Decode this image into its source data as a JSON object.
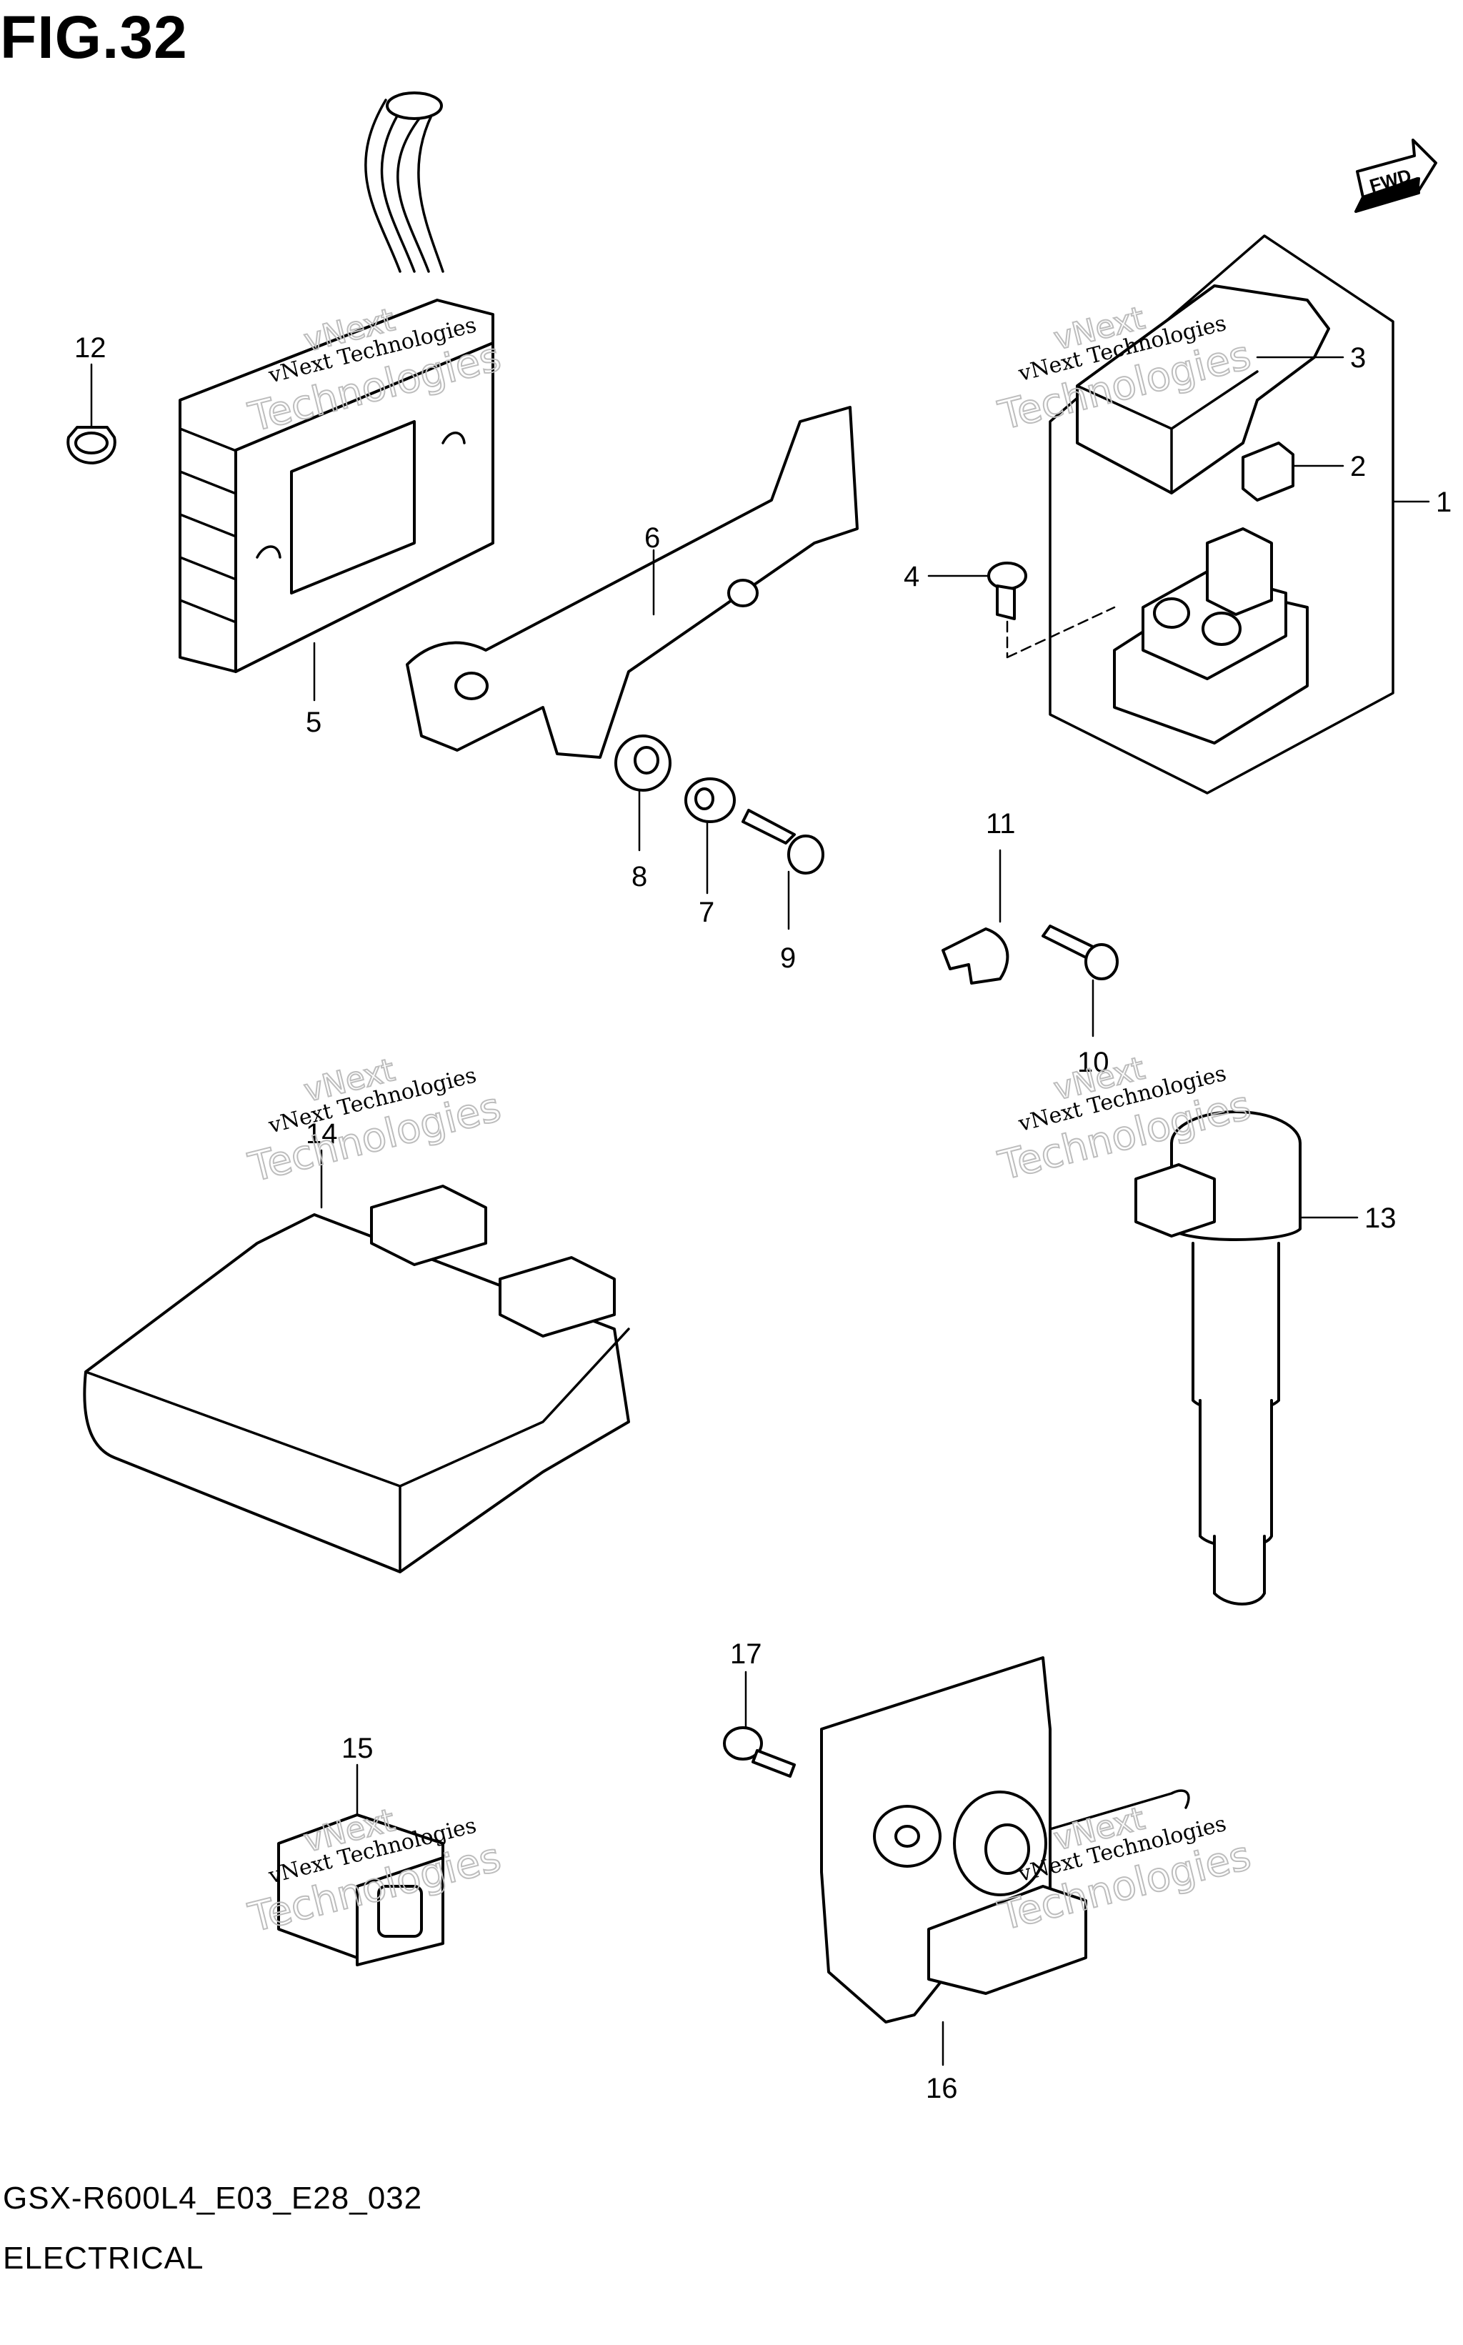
{
  "figure": {
    "title": "FIG.32",
    "code": "GSX-R600L4_E03_E28_032",
    "name": "ELECTRICAL",
    "fwd_label": "FWD"
  },
  "watermark": {
    "line1": "vNext Technologies",
    "line2": "vNext",
    "line3": "Technologies"
  },
  "callouts": [
    "1",
    "2",
    "3",
    "4",
    "5",
    "6",
    "7",
    "8",
    "9",
    "10",
    "11",
    "12",
    "13",
    "14",
    "15",
    "16",
    "17"
  ]
}
